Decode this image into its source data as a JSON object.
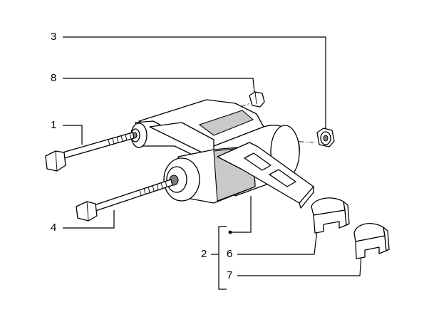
{
  "callouts": [
    {
      "id": "c1",
      "text": "1"
    },
    {
      "id": "c2",
      "text": "2"
    },
    {
      "id": "c3",
      "text": "3"
    },
    {
      "id": "c4",
      "text": "4"
    },
    {
      "id": "c6",
      "text": "6"
    },
    {
      "id": "c7",
      "text": "7"
    },
    {
      "id": "c8",
      "text": "8"
    }
  ]
}
